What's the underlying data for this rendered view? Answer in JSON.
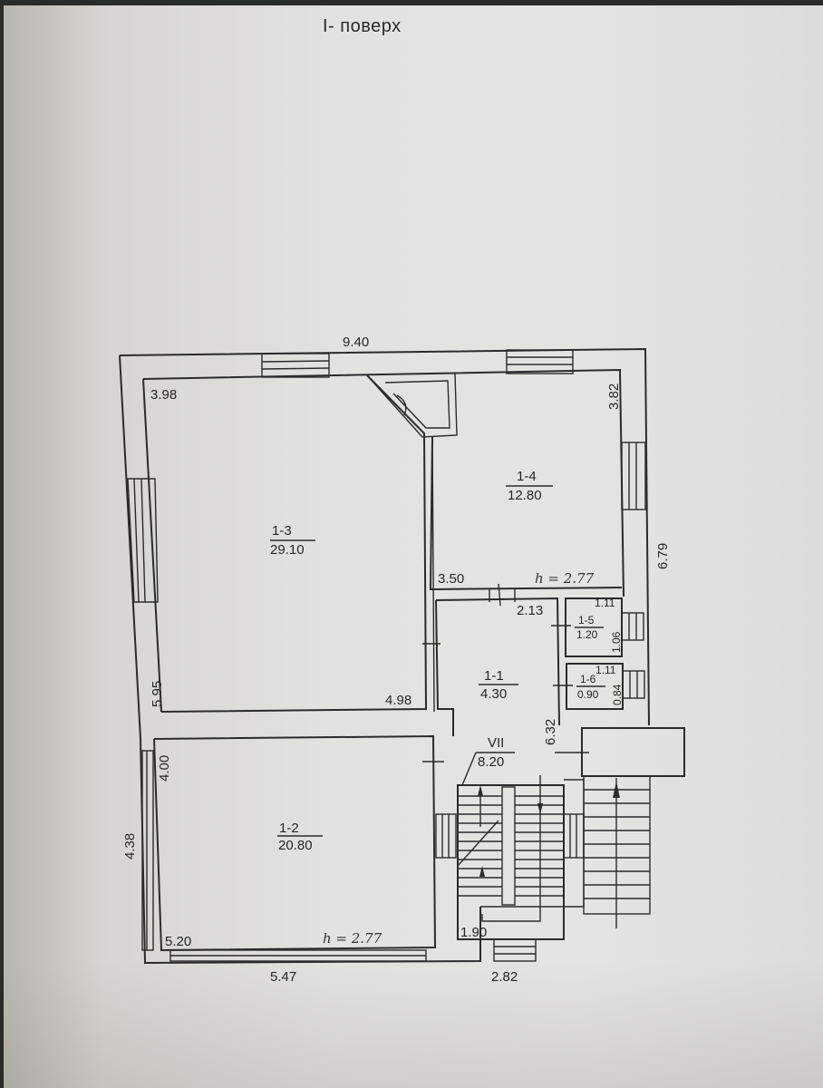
{
  "document": {
    "title": "І- поверх",
    "type": "floor-plan"
  },
  "rooms": [
    {
      "id": "1-3",
      "label": "1-3",
      "area": "29.10"
    },
    {
      "id": "1-4",
      "label": "1-4",
      "area": "12.80"
    },
    {
      "id": "1-1",
      "label": "1-1",
      "area": "4.30"
    },
    {
      "id": "1-5",
      "label": "1-5",
      "area": "1.20"
    },
    {
      "id": "1-6",
      "label": "1-6",
      "area": "0.90"
    },
    {
      "id": "1-2",
      "label": "1-2",
      "area": "20.80"
    },
    {
      "id": "VII",
      "label": "VII",
      "area": "8.20"
    }
  ],
  "dimensions": {
    "overall_top": "9.40",
    "overall_right": "6.79",
    "overall_left_lower": "4.38",
    "bottom_left": "5.47",
    "bottom_right": "2.82",
    "r13_top": "3.98",
    "r13_left": "5.95",
    "r13_bottom": "4.98",
    "r14_right": "3.82",
    "r14_bottom": "3.50",
    "r11_top": "2.13",
    "r11_right": "6.32",
    "r15_top": "1.11",
    "r15_right": "1.06",
    "r16_top": "1.11",
    "r16_right": "0.84",
    "r12_left": "4.00",
    "r12_bottom": "5.20",
    "stair_bottom": "1.90"
  },
  "annotations": {
    "ceiling_height_upper": "h = 2.77",
    "ceiling_height_lower": "h = 2.77"
  }
}
